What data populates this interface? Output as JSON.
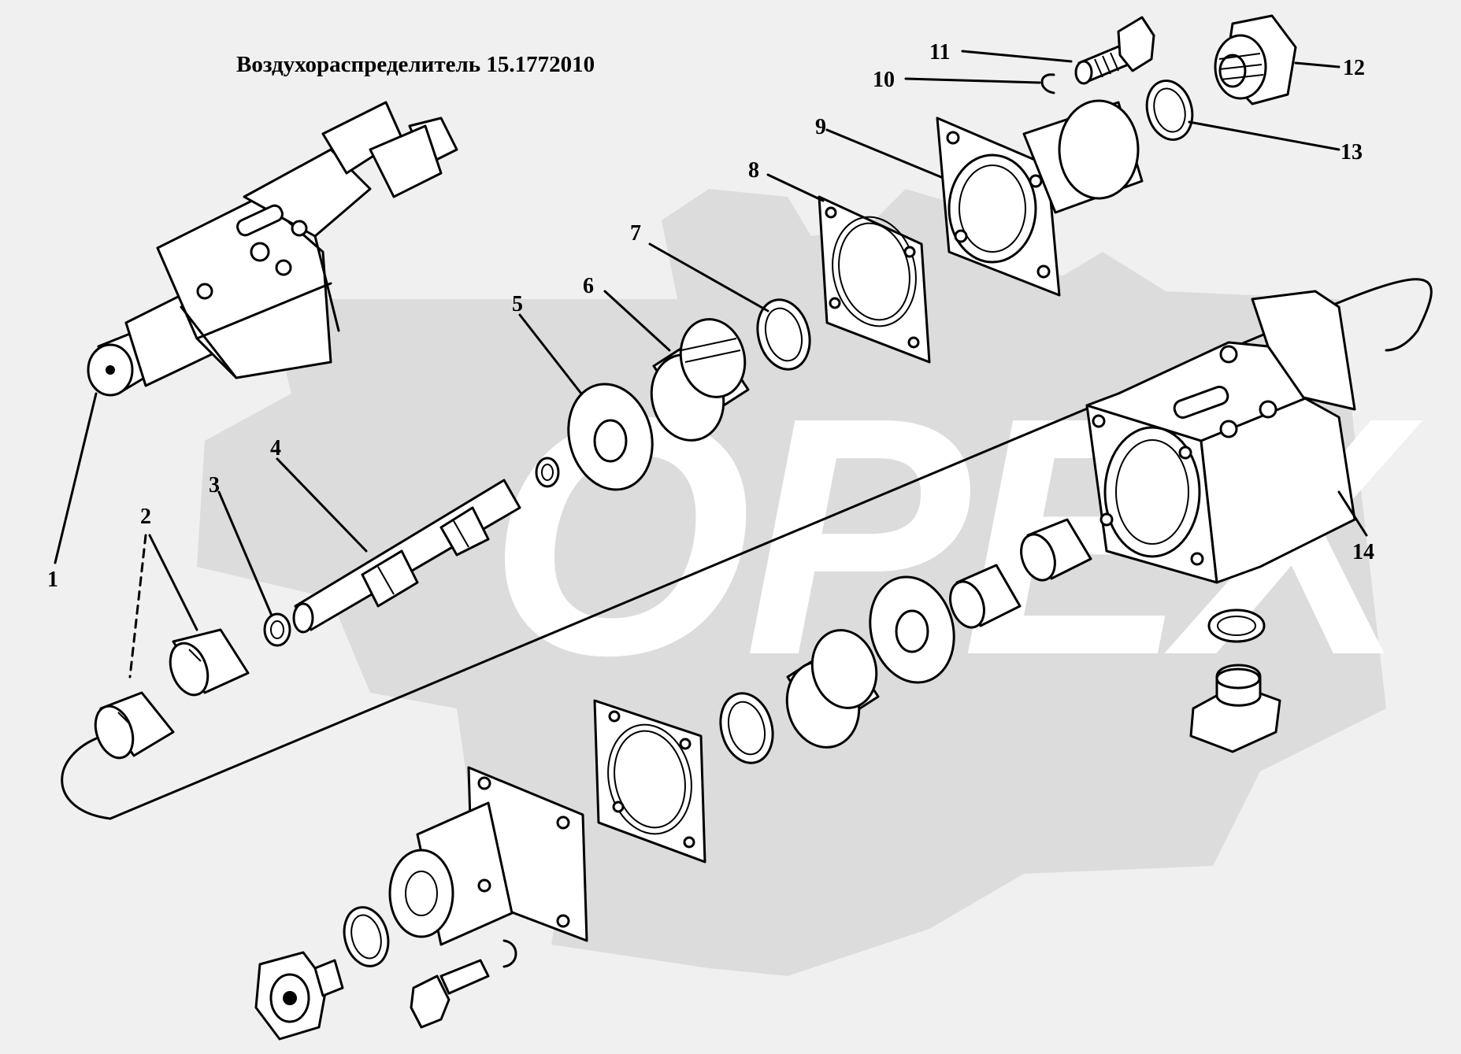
{
  "diagram": {
    "title": "Воздухораспределитель 15.1772010",
    "watermark": "OPEX",
    "colors": {
      "background": "#f0f0f0",
      "watermark": "#dcdcdc",
      "ink": "#000000"
    },
    "callouts": [
      "1",
      "2",
      "3",
      "4",
      "5",
      "6",
      "7",
      "8",
      "9",
      "10",
      "11",
      "12",
      "13",
      "14"
    ]
  }
}
